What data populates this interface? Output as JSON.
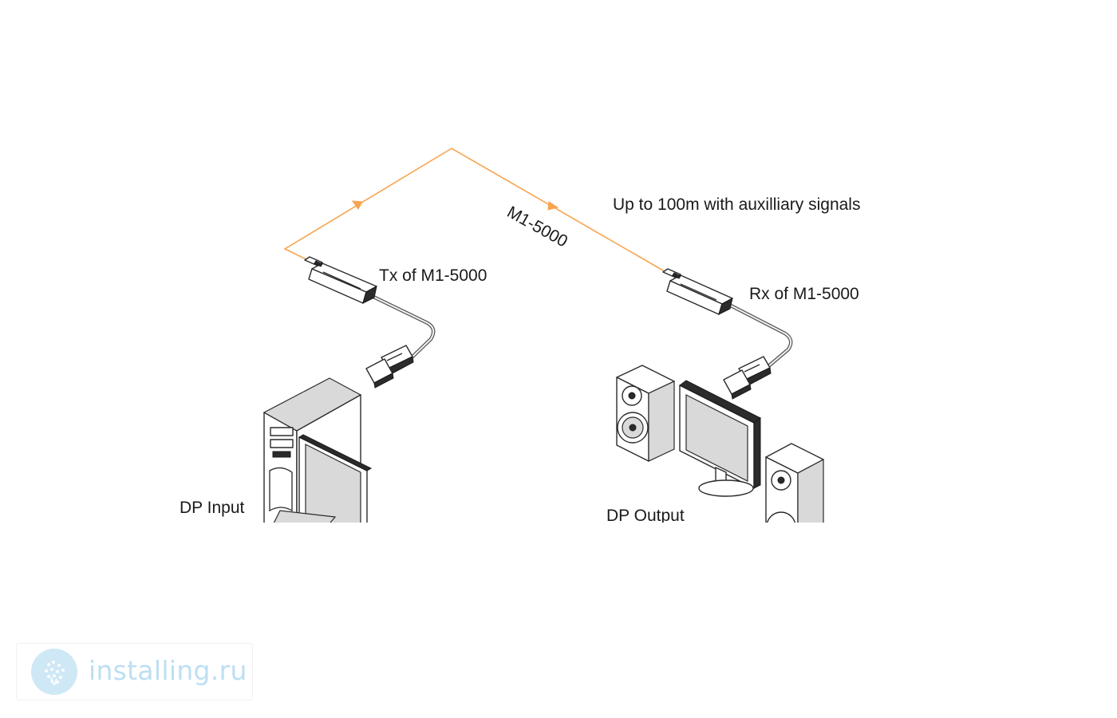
{
  "diagram": {
    "cable_label": "M1-5000",
    "distance_note": "Up to 100m with auxilliary signals",
    "tx_label": "Tx of M1-5000",
    "rx_label": "Rx of M1-5000",
    "input_label": "DP Input",
    "output_label": "DP Output",
    "fiber_color": "#f7a44f"
  },
  "watermark": {
    "text": "installing.ru",
    "icon": "tree-logo-icon"
  }
}
